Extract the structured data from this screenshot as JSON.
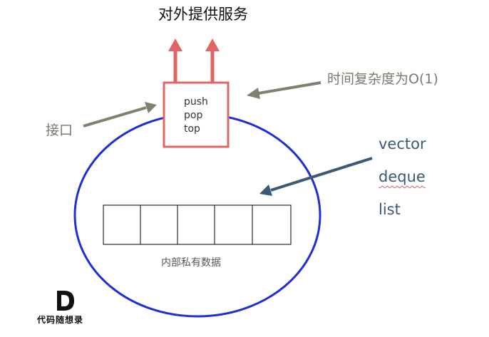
{
  "title": "对外提供服务",
  "complexity_label": "时间复杂度为O(1)",
  "interface_label": "接口",
  "operations": [
    "push",
    "pop",
    "top"
  ],
  "containers": [
    "vector",
    "deque",
    "list"
  ],
  "private_data_label": "内部私有数据",
  "logo": {
    "mark": "D",
    "text": "代码随想录"
  },
  "colors": {
    "ellipse": "#1f2fd6",
    "interface_box": "#e06666",
    "gray_arrow": "#808070",
    "blue_arrow": "#3b5a78"
  }
}
